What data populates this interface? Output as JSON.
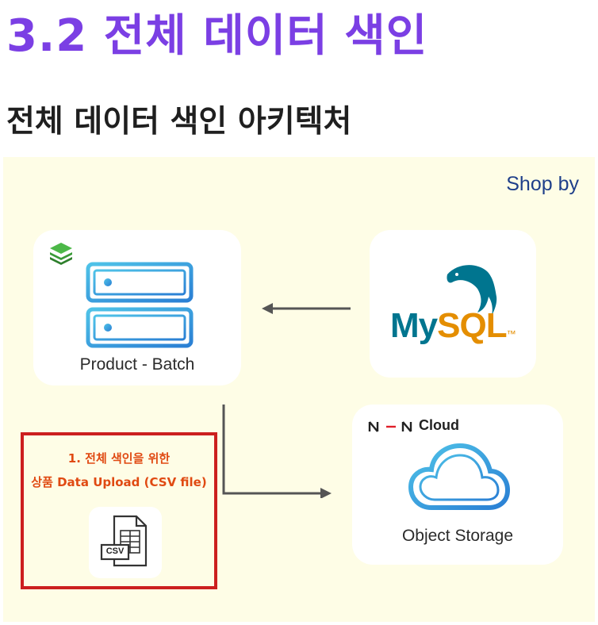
{
  "header": {
    "title": "3.2 전체 데이터 색인",
    "subtitle": "전체 데이터 색인 아키텍처"
  },
  "diagram": {
    "brand": "Shop by",
    "batch": {
      "label": "Product - Batch",
      "icon": "server-stack-icon",
      "badge_icon": "layers-icon"
    },
    "mysql": {
      "logo_text_my": "My",
      "logo_text_sql": "SQL",
      "trademark": "™",
      "icon": "dolphin-icon"
    },
    "storage": {
      "provider": "Cloud",
      "label": "Object Storage",
      "icon": "cloud-icon"
    },
    "upload": {
      "line1": "1. 전체 색인을 위한",
      "line2": "상품 Data Upload (CSV file)",
      "file_badge": "CSV",
      "icon": "csv-file-icon"
    },
    "colors": {
      "title": "#7b3fe4",
      "accent_blue": "#2aa8d8",
      "mysql_blue": "#00758f",
      "mysql_orange": "#e48e00",
      "highlight_red": "#cc1f1f",
      "upload_text": "#e04a12",
      "panel_bg": "#fefde6"
    }
  }
}
